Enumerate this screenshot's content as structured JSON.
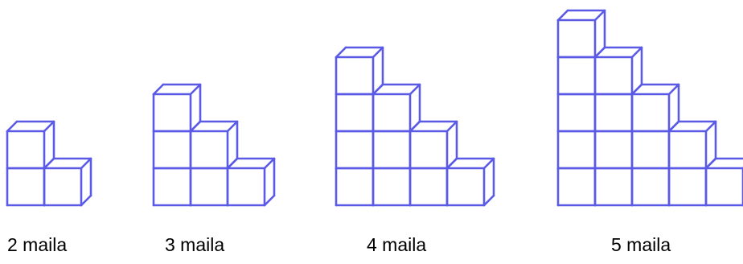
{
  "colors": {
    "stroke": "#5a5ae6",
    "background": "#ffffff"
  },
  "figures": [
    {
      "levels": 2,
      "caption": "2 maila"
    },
    {
      "levels": 3,
      "caption": "3 maila"
    },
    {
      "levels": 4,
      "caption": "4 maila"
    },
    {
      "levels": 5,
      "caption": "5 maila"
    }
  ]
}
